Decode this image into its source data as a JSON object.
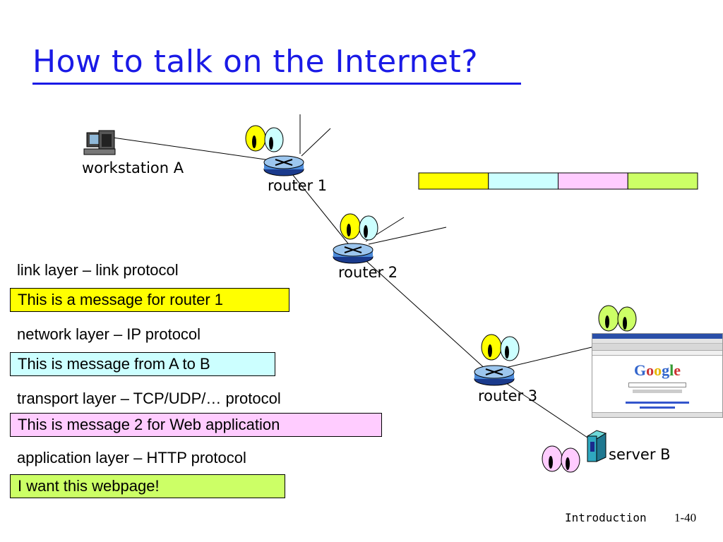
{
  "title": "How to talk on the Internet?",
  "nodes": {
    "workstation": "workstation A",
    "router1": "router 1",
    "router2": "router 2",
    "router3": "router 3",
    "server": "server B"
  },
  "layers": [
    {
      "label": "link layer – link protocol",
      "message": "This is a message for router 1",
      "color": "#ffff00"
    },
    {
      "label": "network layer – IP protocol",
      "message": "This is message from A to B",
      "color": "#ccffff"
    },
    {
      "label": "transport layer – TCP/UDP/… protocol",
      "message": "This is message 2 for Web application",
      "color": "#ffccff"
    },
    {
      "label": "application layer – HTTP protocol",
      "message": "I want this webpage!",
      "color": "#ccff66"
    }
  ],
  "packet_segment_colors": [
    "#ffff00",
    "#ccffff",
    "#ffccff",
    "#ccff66"
  ],
  "browser_logo": "Google",
  "footer": {
    "section": "Introduction",
    "page": "1-40"
  }
}
